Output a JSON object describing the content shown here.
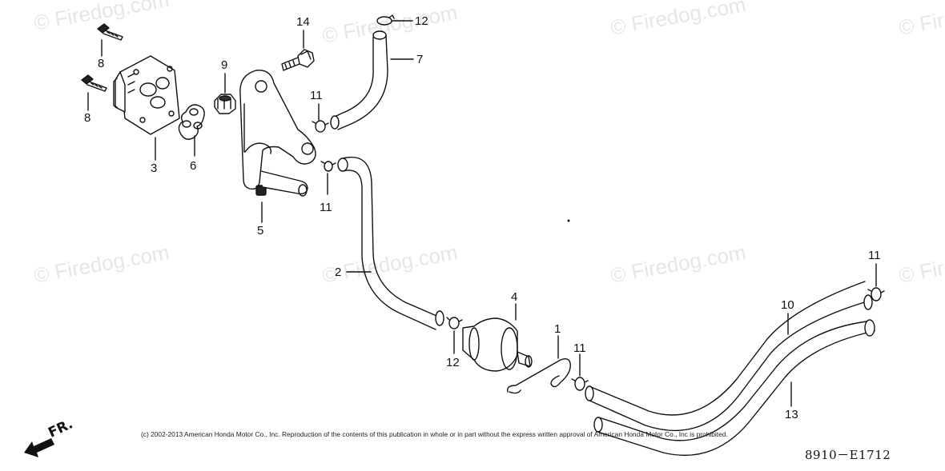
{
  "watermarks": [
    "© Firedog.com",
    "© Firedog.com",
    "© Firedog.com",
    "© Firedog.com",
    "© Firedog.com",
    "© Firedog.com",
    "© Firedog.com",
    "© Firedog.com"
  ],
  "callouts": {
    "c1": "1",
    "c2": "2",
    "c3": "3",
    "c4": "4",
    "c5": "5",
    "c6": "6",
    "c7": "7",
    "c8a": "8",
    "c8b": "8",
    "c9": "9",
    "c10": "10",
    "c11a": "11",
    "c11b": "11",
    "c11c": "11",
    "c11d": "11",
    "c12a": "12",
    "c12b": "12",
    "c13": "13",
    "c14": "14"
  },
  "copyright": "(c) 2002-2013 American Honda Motor Co., Inc. Reproduction of the contents of this publication in whole or in part without the express written approval of American Honda Motor Co., Inc is prohibited.",
  "diagram_code": "8910－E1712",
  "front_label": "FR.",
  "colors": {
    "line": "#111111",
    "watermark": "#e6e6e6",
    "hose_fill": "#ffffff"
  }
}
